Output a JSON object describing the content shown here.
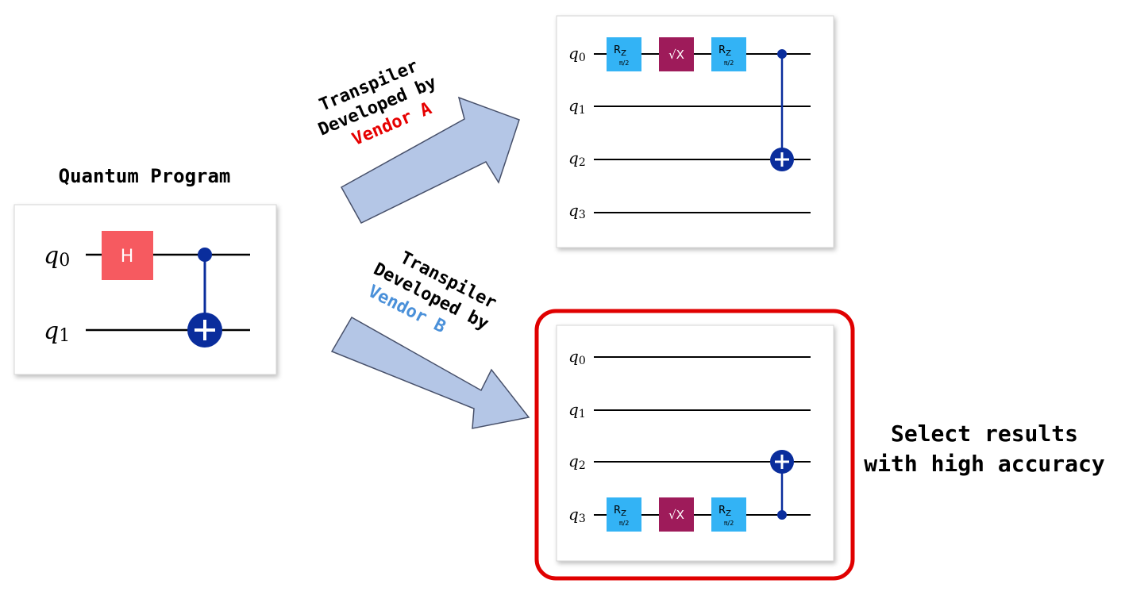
{
  "program": {
    "title": "Quantum Program",
    "qubits": [
      {
        "name": "q",
        "index": "0"
      },
      {
        "name": "q",
        "index": "1"
      }
    ],
    "h_gate": "H"
  },
  "vendor_a": {
    "line1": "Transpiler",
    "line2": "Developed by",
    "vendor": "Vendor A",
    "vendor_color": "#e60000"
  },
  "vendor_b": {
    "line1": "Transpiler",
    "line2": "Developed by",
    "vendor": "Vendor B",
    "vendor_color": "#4a90d9"
  },
  "circuit_a": {
    "qubits": [
      {
        "name": "q",
        "index": "0"
      },
      {
        "name": "q",
        "index": "1"
      },
      {
        "name": "q",
        "index": "2"
      },
      {
        "name": "q",
        "index": "3"
      }
    ],
    "rz_label": "R",
    "rz_sub": "Z",
    "rz_param": "π/2",
    "sx_label": "√X"
  },
  "circuit_b": {
    "qubits": [
      {
        "name": "q",
        "index": "0"
      },
      {
        "name": "q",
        "index": "1"
      },
      {
        "name": "q",
        "index": "2"
      },
      {
        "name": "q",
        "index": "3"
      }
    ],
    "rz_label": "R",
    "rz_sub": "Z",
    "rz_param": "π/2",
    "sx_label": "√X"
  },
  "select": {
    "line1": "Select results",
    "line2": "with high accuracy"
  },
  "colors": {
    "h_gate": "#f65a60",
    "rz_gate": "#33b3f5",
    "sx_gate": "#9e1b5a",
    "cnot": "#0a2d9c",
    "arrow_fill": "#b4c6e6",
    "highlight": "#e00000"
  }
}
